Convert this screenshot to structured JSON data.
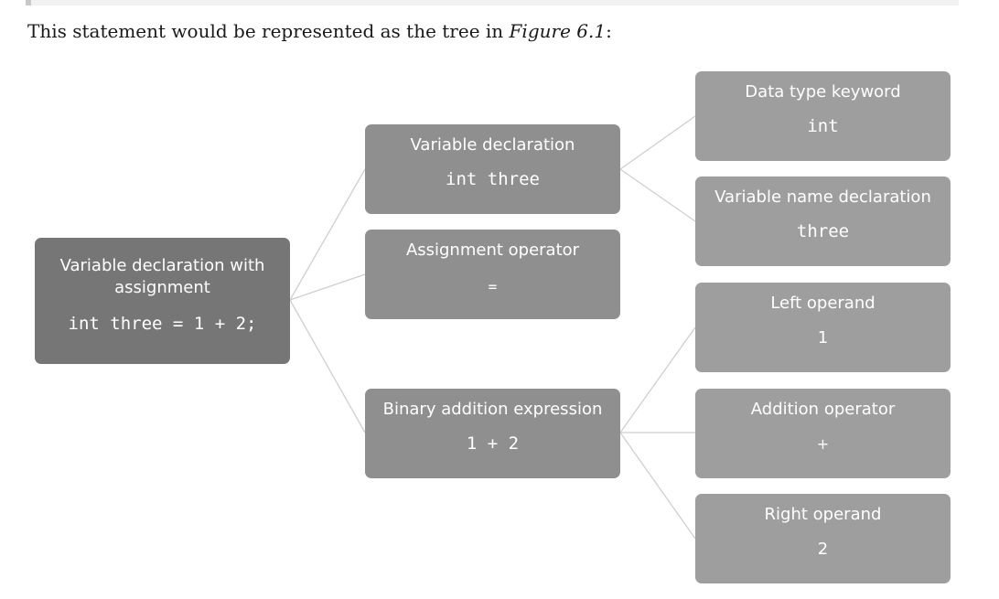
{
  "intro": {
    "text_before": "This statement would be represented as the tree in ",
    "figure_ref": "Figure 6.1",
    "text_after": ":"
  },
  "nodes": {
    "root": {
      "label": "Variable declaration with assignment",
      "code": "int three = 1 + 2;"
    },
    "var_decl": {
      "label": "Variable declaration",
      "code": "int three"
    },
    "assign_op": {
      "label": "Assignment operator",
      "code": "="
    },
    "binary_add": {
      "label": "Binary addition expression",
      "code": "1 + 2"
    },
    "data_type": {
      "label": "Data type keyword",
      "code": "int"
    },
    "var_name": {
      "label": "Variable name declaration",
      "code": "three"
    },
    "left_operand": {
      "label": "Left operand",
      "code": "1"
    },
    "add_op": {
      "label": "Addition operator",
      "code": "+"
    },
    "right_operand": {
      "label": "Right operand",
      "code": "2"
    }
  },
  "colors": {
    "root": "#767676",
    "mid": "#8f8f8f",
    "leaf": "#9e9e9e",
    "edge": "#cfcfcf"
  }
}
